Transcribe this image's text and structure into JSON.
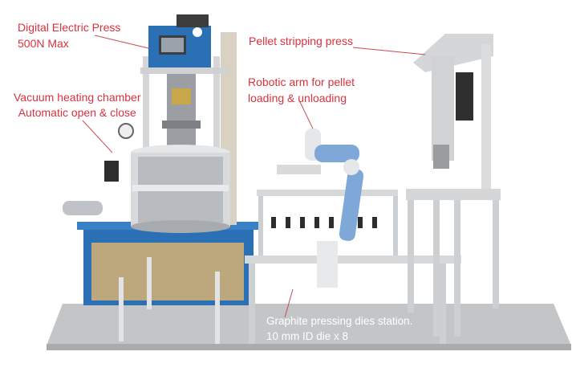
{
  "annotations": {
    "digital_press": {
      "line1": "Digital Electric Press",
      "line2": "500N Max"
    },
    "vacuum_chamber": {
      "line1": "Vacuum heating chamber",
      "line2": "Automatic open & close"
    },
    "pellet_stripping": {
      "line1": "Pellet stripping press"
    },
    "robotic_arm": {
      "line1": "Robotic arm for pellet",
      "line2": "loading  & unloading"
    },
    "dies_station": {
      "line1": "Graphite pressing dies station.",
      "line2": "10 mm ID die x 8"
    }
  },
  "colors": {
    "label_red": "#d8323c",
    "machine_blue": "#2b6fb5",
    "frame_grey": "#c9cbcd",
    "base_grey": "#b9bcbf",
    "arm_blue": "#7fa8d8"
  }
}
